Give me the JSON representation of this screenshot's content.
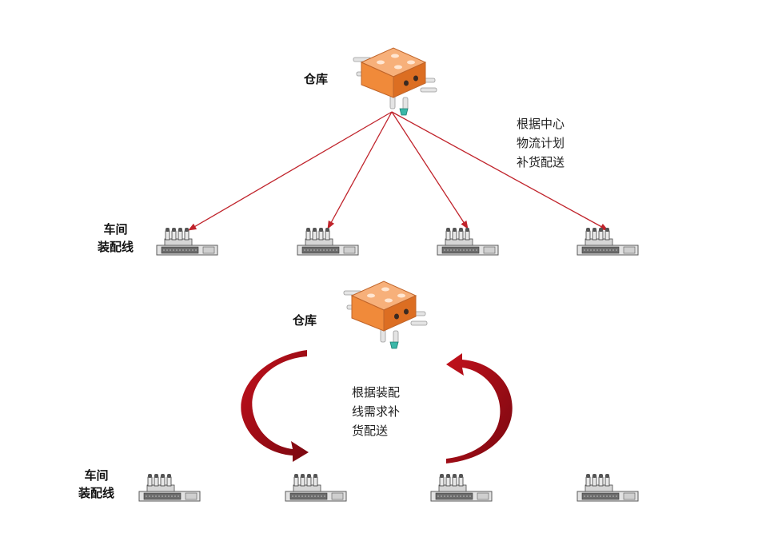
{
  "top": {
    "warehouse_label": "仓库",
    "line_label": "车间\n装配线",
    "plan_text": "根据中心\n物流计划\n补货配送"
  },
  "bottom": {
    "warehouse_label": "仓库",
    "line_label": "车间\n装配线",
    "demand_text": "根据装配\n线需求补\n货配送"
  },
  "colors": {
    "arrow_red": "#c0232b",
    "curved_arrow_dark": "#8e0a12",
    "warehouse_orange": "#f08a3a",
    "machine_gray": "#6c6c6c"
  }
}
